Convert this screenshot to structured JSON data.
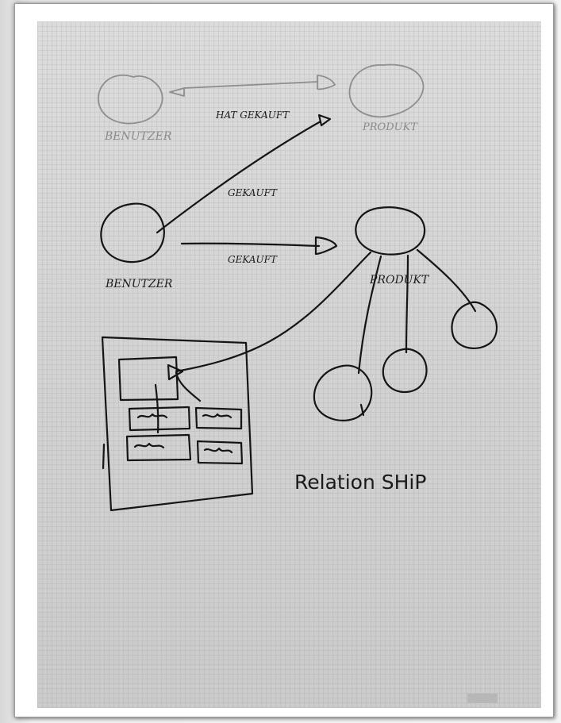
{
  "diagram": {
    "nodes": {
      "top_left_label": "BENUTZER",
      "top_right_label": "PRODUKT",
      "middle_left_label": "BENUTZER",
      "middle_right_label": "PRODUKT"
    },
    "edges": {
      "top_relation_label": "HAT GEKAUFT",
      "diagonal_relation_label": "GEKAUFT",
      "horizontal_relation_label": "GEKAUFT"
    },
    "caption": "Relation SHiP"
  }
}
